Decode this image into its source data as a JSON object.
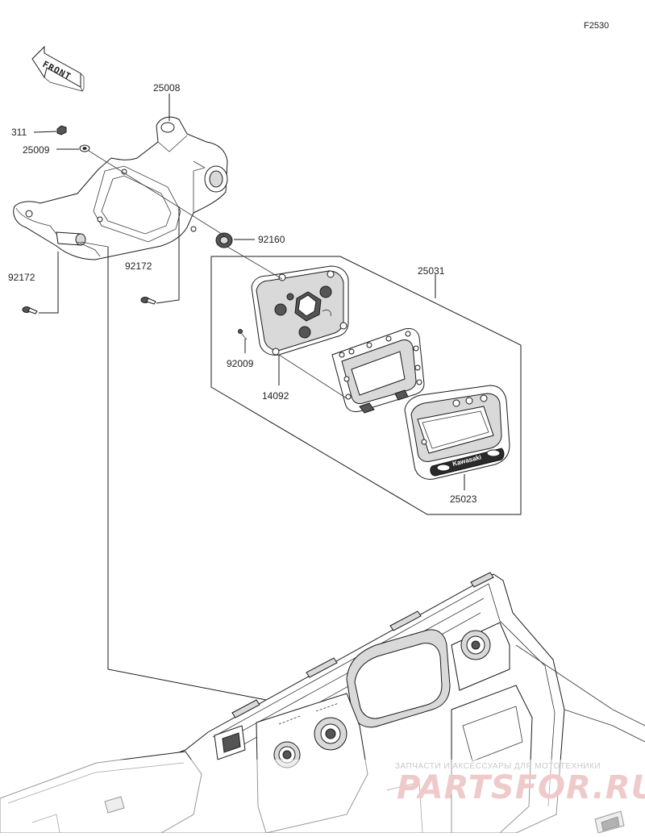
{
  "diagram": {
    "id": "F2530",
    "front_label": "FRONT",
    "parts": [
      {
        "number": "25008"
      },
      {
        "number": "311"
      },
      {
        "number": "25009"
      },
      {
        "number": "92160"
      },
      {
        "number": "92172"
      },
      {
        "number": "92172"
      },
      {
        "number": "25031"
      },
      {
        "number": "92009"
      },
      {
        "number": "14092"
      },
      {
        "number": "25023"
      }
    ],
    "brand_badge": "Kawasaki"
  },
  "watermark": {
    "tagline": "ЗАПЧАСТИ И АКСЕССУАРЫ ДЛЯ МОТОТЕХНИКИ",
    "brand": "PARTSFOR.RU"
  }
}
